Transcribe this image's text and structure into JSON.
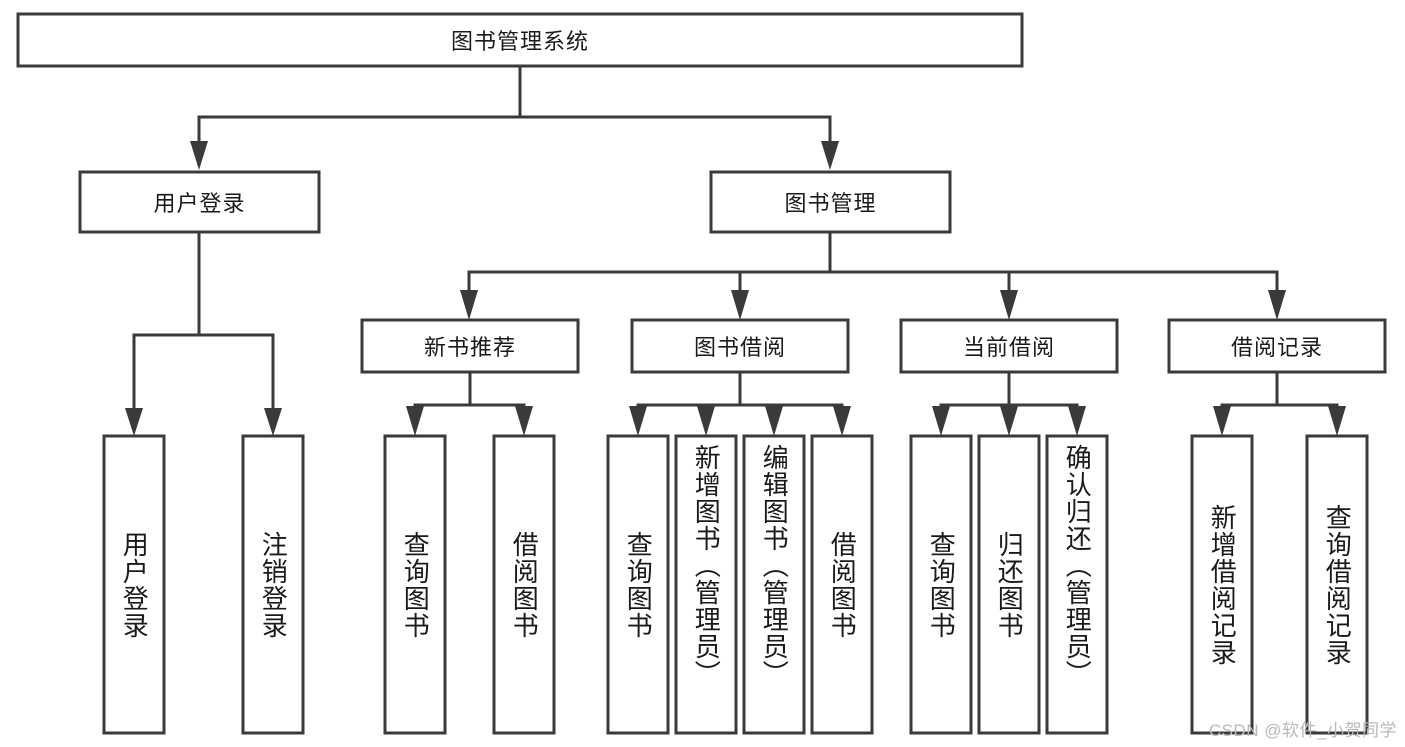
{
  "diagram": {
    "type": "hierarchy-tree",
    "title": "图书管理系统",
    "watermark": "CSDN @软件_小贺同学",
    "colors": {
      "stroke": "#3a3a3a",
      "box_fill": "#ffffff",
      "text": "#1a1a1a",
      "watermark": "#b9b9b9",
      "background": "#ffffff"
    },
    "root": {
      "label": "图书管理系统"
    },
    "level2": [
      {
        "label": "用户登录"
      },
      {
        "label": "图书管理"
      }
    ],
    "level3": [
      {
        "label": "新书推荐"
      },
      {
        "label": "图书借阅"
      },
      {
        "label": "当前借阅"
      },
      {
        "label": "借阅记录"
      }
    ],
    "leaves": {
      "user_login": [
        {
          "label": "用户登录"
        },
        {
          "label": "注销登录"
        }
      ],
      "new_book_recommend": [
        {
          "label": "查询图书"
        },
        {
          "label": "借阅图书"
        }
      ],
      "book_borrow": [
        {
          "label": "查询图书"
        },
        {
          "label": "新增图书（管理员）"
        },
        {
          "label": "编辑图书（管理员）"
        },
        {
          "label": "借阅图书"
        }
      ],
      "current_borrow": [
        {
          "label": "查询图书"
        },
        {
          "label": "归还图书"
        },
        {
          "label": "确认归还（管理员）"
        }
      ],
      "borrow_record": [
        {
          "label": "新增借阅记录"
        },
        {
          "label": "查询借阅记录"
        }
      ]
    }
  }
}
